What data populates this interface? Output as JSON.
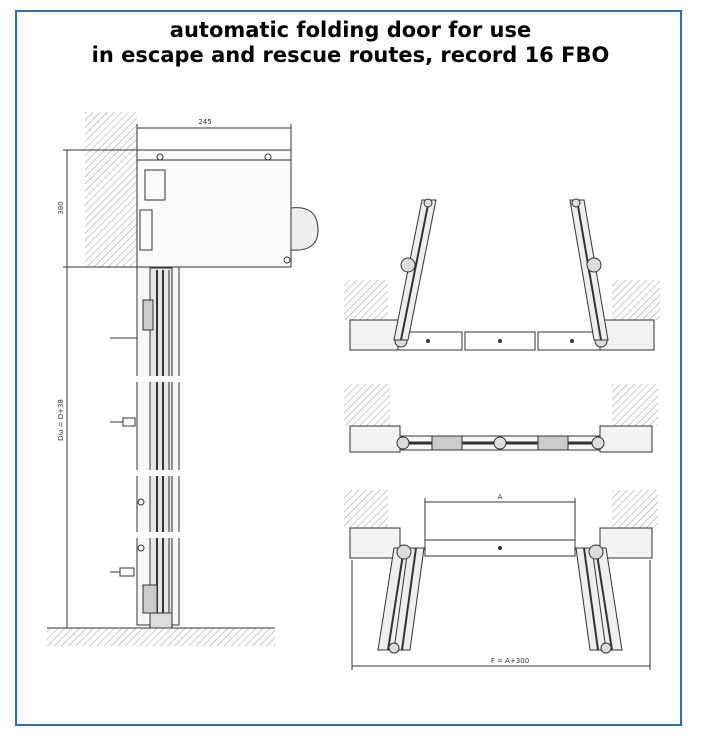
{
  "title": {
    "line1": "automatic folding door for use",
    "line2": "in escape and rescue routes, record 16 FBO"
  },
  "dimensions": {
    "width_top": "245",
    "height_top": "380",
    "side_height": "Dω = D+38",
    "opening": "A",
    "total": "F = A+300"
  },
  "colors": {
    "frame": "#2f6fa6",
    "line": "#333333",
    "hatch": "#9a9a9a",
    "panel_fill": "#f2f2f2"
  }
}
